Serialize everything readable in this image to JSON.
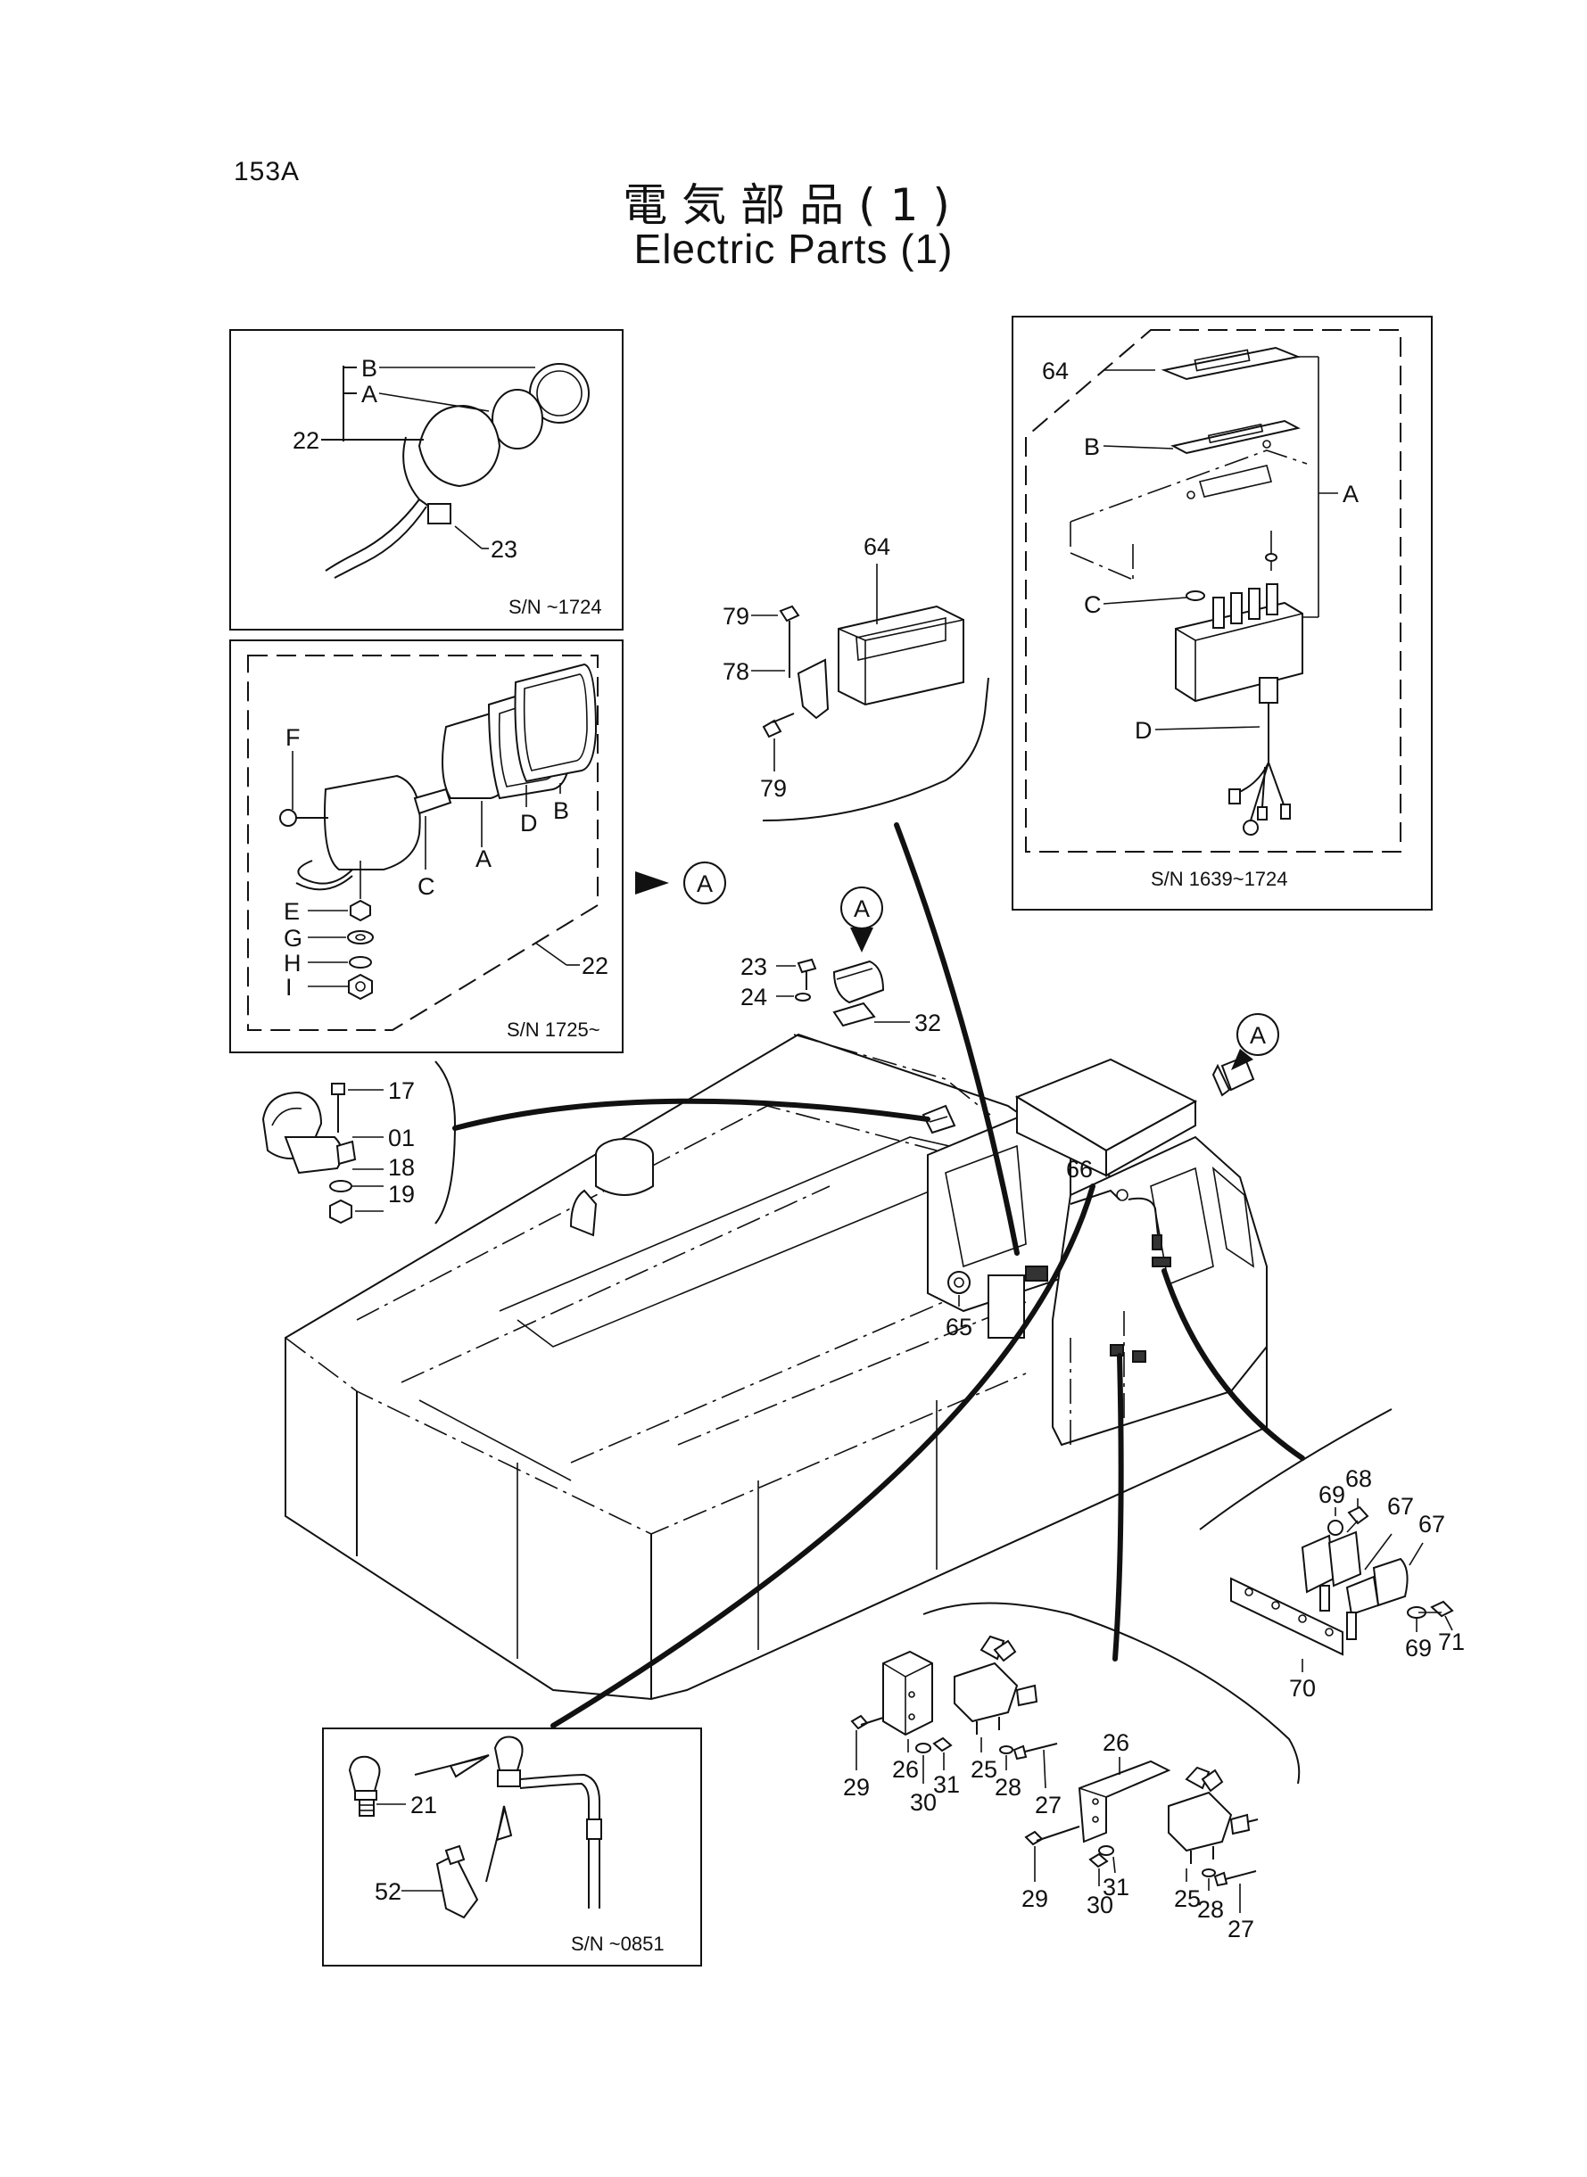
{
  "page_number": "153A",
  "title_ja": "電気部品(1)",
  "title_en": "Electric Parts (1)",
  "callout_mark": "A",
  "serial_ranges": {
    "work_light_old": "S/N ~1724",
    "work_light_new": "S/N 1725~",
    "monitor_detail": "S/N 1639~1724",
    "horn_switch": "S/N ~0851"
  },
  "part_labels": {
    "p01": "01",
    "p17": "17",
    "p18": "18",
    "p19": "19",
    "p21": "21",
    "p22": "22",
    "p23": "23",
    "p24": "24",
    "p25": "25",
    "p26": "26",
    "p27": "27",
    "p28": "28",
    "p29": "29",
    "p30": "30",
    "p31": "31",
    "p32": "32",
    "p52": "52",
    "p64": "64",
    "p65": "65",
    "p66": "66",
    "p67": "67",
    "p68": "68",
    "p69": "69",
    "p70": "70",
    "p71": "71",
    "p78": "78",
    "p79": "79"
  },
  "sub_labels": {
    "a": "A",
    "b": "B",
    "c": "C",
    "d": "D",
    "e": "E",
    "f": "F",
    "g": "G",
    "h": "H",
    "i": "I"
  }
}
